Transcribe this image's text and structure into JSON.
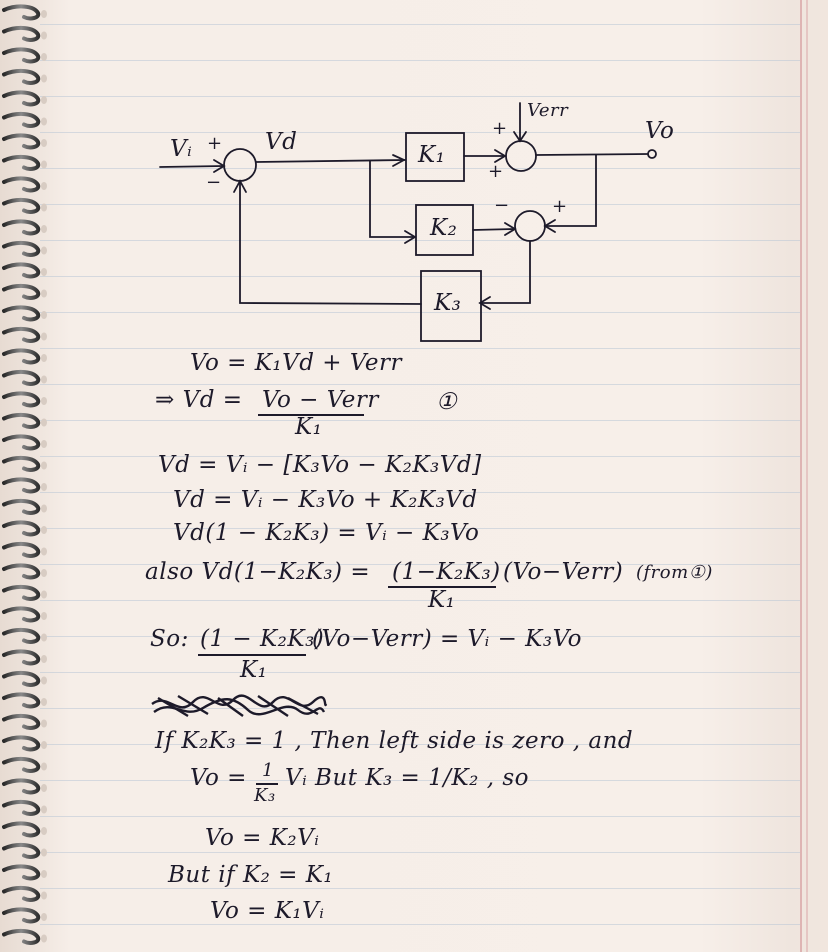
{
  "diagram": {
    "labels": {
      "vi": "Vᵢ",
      "plus_in": "+",
      "minus_in": "−",
      "vd": "Vd",
      "plus_top": "+",
      "verr": "Verr",
      "plus_k1": "+",
      "vo": "Vo",
      "minus_mid": "−",
      "plus_mid": "+"
    },
    "blocks": {
      "k1": "K₁",
      "k2": "K₂",
      "k3": "K₃"
    }
  },
  "equations": {
    "eq1": "Vo = K₁Vd + Verr",
    "eq2_prefix": "⇒ Vd =",
    "eq2_num": "Vo − Verr",
    "eq2_den": "K₁",
    "eq2_tag": "①",
    "eq3": "Vd = Vᵢ − [K₃Vo − K₂K₃Vd]",
    "eq4": "Vd = Vᵢ − K₃Vo + K₂K₃Vd",
    "eq5": "Vd(1 − K₂K₃) = Vᵢ − K₃Vo",
    "eq6_prefix": "also Vd(1−K₂K₃) =",
    "eq6_num": "(1−K₂K₃)",
    "eq6_den": "K₁",
    "eq6_suffix": "(Vo−Verr)",
    "eq6_note": "(from①)",
    "eq7_prefix": "So:",
    "eq7_num": "(1 − K₂K₃)",
    "eq7_den": "K₁",
    "eq7_suffix": "(Vo−Verr) = Vᵢ − K₃Vo",
    "eq8": "If  K₂K₃ = 1  , Then  left side is zero , and",
    "eq9_prefix": "Vo =",
    "eq9_num": "1",
    "eq9_den": "K₃",
    "eq9_suffix": "Vᵢ    But K₃ = 1/K₂ , so",
    "eq10": "Vo = K₂Vᵢ",
    "eq11": "But if K₂ = K₁",
    "eq12": "Vo = K₁Vᵢ"
  }
}
